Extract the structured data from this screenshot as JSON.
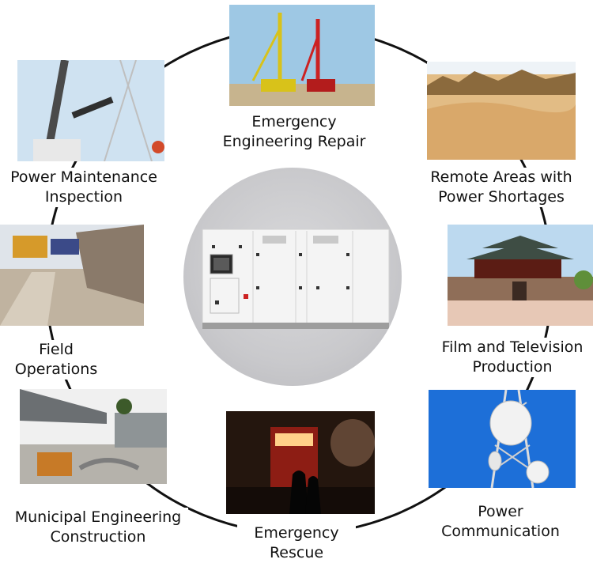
{
  "center": {
    "name": "generator-icon"
  },
  "applications": [
    {
      "id": "emergency-engineering-repair",
      "lines": [
        "Emergency",
        "Engineering Repair"
      ]
    },
    {
      "id": "remote-areas",
      "lines": [
        "Remote Areas with",
        "Power Shortages"
      ]
    },
    {
      "id": "film-television",
      "lines": [
        "Film and Television",
        "Production"
      ]
    },
    {
      "id": "power-communication",
      "lines": [
        "Power",
        "Communication"
      ]
    },
    {
      "id": "emergency-rescue",
      "lines": [
        "Emergency",
        "Rescue"
      ]
    },
    {
      "id": "municipal-engineering",
      "lines": [
        "Municipal Engineering",
        "Construction"
      ]
    },
    {
      "id": "field-operations",
      "lines": [
        "Field",
        "Operations"
      ]
    },
    {
      "id": "power-maintenance",
      "lines": [
        "Power Maintenance",
        "Inspection"
      ]
    }
  ],
  "colors": {
    "ring": "#111111",
    "text": "#111111"
  }
}
